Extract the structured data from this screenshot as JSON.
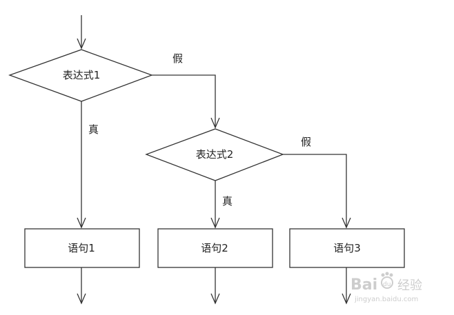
{
  "nodes": {
    "decision1": "表达式1",
    "decision2": "表达式2",
    "statement1": "语句1",
    "statement2": "语句2",
    "statement3": "语句3"
  },
  "edges": {
    "d1_false": "假",
    "d1_true": "真",
    "d2_false": "假",
    "d2_true": "真"
  },
  "watermark": {
    "brand_latin": "Bai",
    "brand_paw": "du",
    "brand_cn": "经验",
    "url": "jingyan.baidu.com"
  }
}
